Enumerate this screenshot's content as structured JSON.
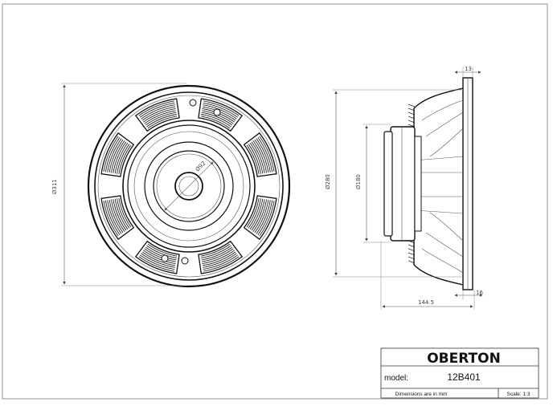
{
  "title_block": {
    "brand": "OBERTON",
    "model_label": "model:",
    "model_value": "12B401",
    "dimensions_note": "Dimensions are in mm",
    "scale": "Scale: 1:3"
  },
  "dimensions": {
    "front_overall_diameter": "Ø311",
    "front_center_diameter": "Ø92",
    "side_mount_diameter": "Ø280",
    "side_magnet_diameter": "Ø180",
    "side_flange_thickness": "13",
    "side_rim_thickness": "16",
    "side_depth": "144.5"
  },
  "views": {
    "front": "front-view",
    "side": "side-view"
  }
}
